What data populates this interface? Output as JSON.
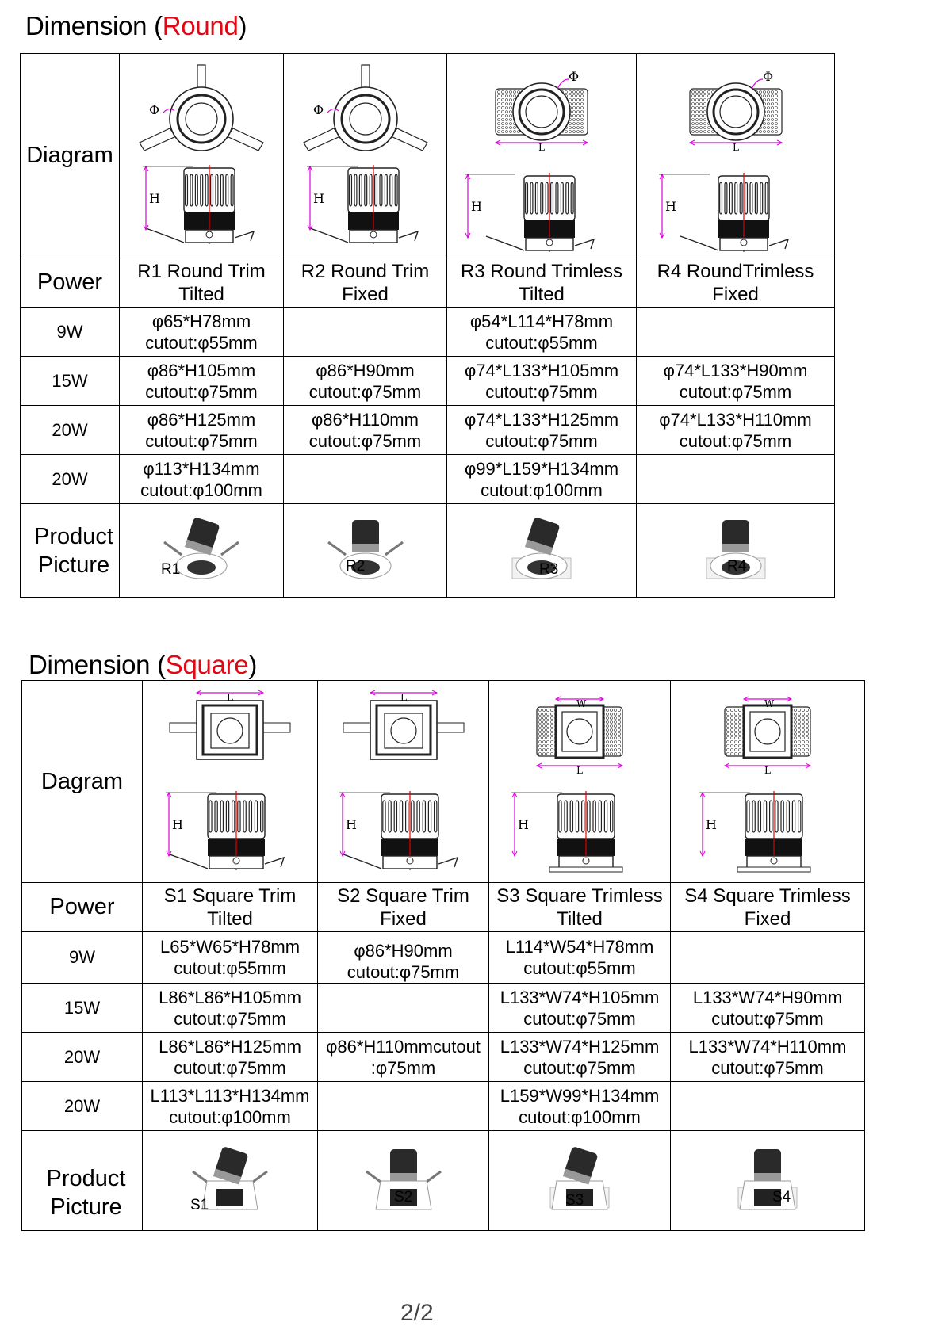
{
  "round": {
    "title_prefix": "Dimension (",
    "title_highlight": "Round",
    "title_suffix": ")",
    "diagram_label": "Diagram",
    "power_label": "Power",
    "picture_label_1": "Product",
    "picture_label_2": "Picture",
    "columns": [
      {
        "line1": "R1 Round Trim",
        "line2": "Tilted",
        "pic": "R1"
      },
      {
        "line1": "R2 Round Trim",
        "line2": "Fixed",
        "pic": "R2"
      },
      {
        "line1": "R3 Round Trimless",
        "line2": "Tilted",
        "pic": "R3"
      },
      {
        "line1": "R4 RoundTrimless",
        "line2": "Fixed",
        "pic": "R4"
      }
    ],
    "rows": [
      {
        "power": "9W",
        "cells": [
          [
            "φ65*H78mm",
            "cutout:φ55mm"
          ],
          [
            "",
            ""
          ],
          [
            "φ54*L114*H78mm",
            "cutout:φ55mm"
          ],
          [
            "",
            ""
          ]
        ]
      },
      {
        "power": "15W",
        "cells": [
          [
            "φ86*H105mm",
            "cutout:φ75mm"
          ],
          [
            "φ86*H90mm",
            "cutout:φ75mm"
          ],
          [
            "φ74*L133*H105mm",
            "cutout:φ75mm"
          ],
          [
            "φ74*L133*H90mm",
            "cutout:φ75mm"
          ]
        ]
      },
      {
        "power": "20W",
        "cells": [
          [
            "φ86*H125mm",
            "cutout:φ75mm"
          ],
          [
            "φ86*H110mm",
            "cutout:φ75mm"
          ],
          [
            "φ74*L133*H125mm",
            "cutout:φ75mm"
          ],
          [
            "φ74*L133*H110mm",
            "cutout:φ75mm"
          ]
        ]
      },
      {
        "power": "20W",
        "cells": [
          [
            "φ113*H134mm",
            "cutout:φ100mm"
          ],
          [
            "",
            ""
          ],
          [
            "φ99*L159*H134mm",
            "cutout:φ100mm"
          ],
          [
            "",
            ""
          ]
        ]
      }
    ]
  },
  "square": {
    "title_prefix": "Dimension (",
    "title_highlight": "Square",
    "title_suffix": ")",
    "diagram_label": "Dagram",
    "power_label": "Power",
    "picture_label_1": "Product",
    "picture_label_2": "Picture",
    "columns": [
      {
        "line1": "S1 Square Trim",
        "line2": "Tilted",
        "pic": "S1"
      },
      {
        "line1": "S2 Square Trim",
        "line2": "Fixed",
        "pic": "S2"
      },
      {
        "line1": "S3 Square Trimless",
        "line2": "Tilted",
        "pic": "S3"
      },
      {
        "line1": "S4 Square Trimless",
        "line2": "Fixed",
        "pic": "S4"
      }
    ],
    "rows": [
      {
        "power": "9W",
        "cells": [
          [
            "L65*W65*H78mm",
            "cutout:φ55mm"
          ],
          [
            "φ86*H90mm",
            "cutout:φ75mm"
          ],
          [
            "L114*W54*H78mm",
            "cutout:φ55mm"
          ],
          [
            "",
            ""
          ]
        ]
      },
      {
        "power": "15W",
        "cells": [
          [
            "L86*L86*H105mm",
            "cutout:φ75mm"
          ],
          [
            "",
            ""
          ],
          [
            "L133*W74*H105mm",
            "cutout:φ75mm"
          ],
          [
            "L133*W74*H90mm",
            "cutout:φ75mm"
          ]
        ]
      },
      {
        "power": "20W",
        "cells": [
          [
            "L86*L86*H125mm",
            "cutout:φ75mm"
          ],
          [
            "φ86*H110mmcutout",
            ":φ75mm"
          ],
          [
            "L133*W74*H125mm",
            "cutout:φ75mm"
          ],
          [
            "L133*W74*H110mm",
            "cutout:φ75mm"
          ]
        ]
      },
      {
        "power": "20W",
        "cells": [
          [
            "L113*L113*H134mm",
            "cutout:φ100mm"
          ],
          [
            "",
            ""
          ],
          [
            "L159*W99*H134mm",
            "cutout:φ100mm"
          ],
          [
            "",
            ""
          ]
        ]
      }
    ]
  },
  "diagram_marks": {
    "phi": "Φ",
    "L": "L",
    "H": "H",
    "W": "W"
  },
  "page_number": "2/2",
  "colors": {
    "highlight": "#e30613",
    "dimension_line": "#e000e0",
    "center_line": "#e00000"
  }
}
